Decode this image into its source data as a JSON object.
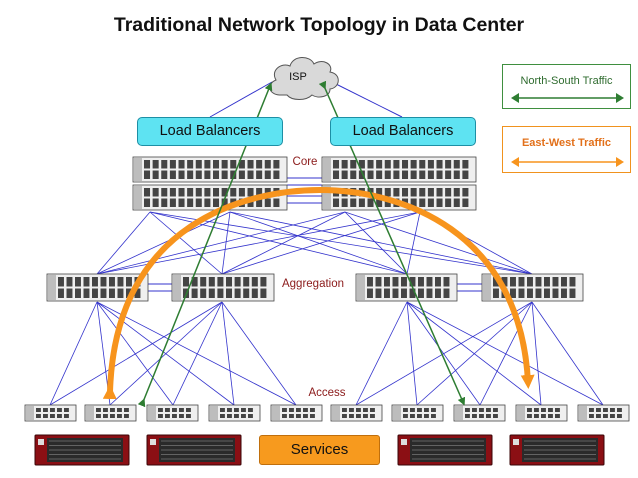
{
  "title": "Traditional Network Topology in Data Center",
  "cloud_label": "ISP",
  "load_balancers": [
    "Load Balancers",
    "Load Balancers"
  ],
  "layers": {
    "core": "Core",
    "aggregation": "Aggregation",
    "access": "Access"
  },
  "services_label": "Services",
  "legend": {
    "north_south": "North-South Traffic",
    "east_west": "East-West Traffic"
  },
  "colors": {
    "north_south": "#2e7d32",
    "east_west": "#f7941d",
    "links": "#3333cc",
    "load_balancer": "#5ee3f2",
    "services": "#f79a1e",
    "layer_label": "#8b1a1a"
  }
}
